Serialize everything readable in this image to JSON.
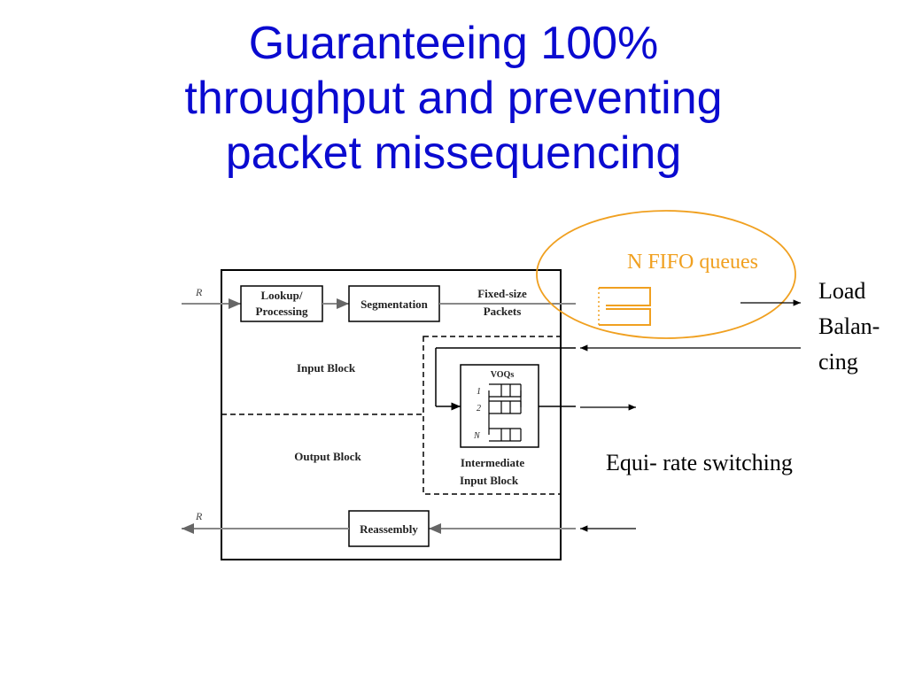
{
  "slide": {
    "title_lines": [
      "Guaranteeing 100%",
      "throughput and preventing",
      "packet missequencing"
    ]
  },
  "diagram": {
    "input_rate_label": "R",
    "output_rate_label": "R",
    "lookup_label_1": "Lookup/",
    "lookup_label_2": "Processing",
    "segmentation_label": "Segmentation",
    "fixed_size_1": "Fixed-size",
    "fixed_size_2": "Packets",
    "input_block_label": "Input Block",
    "output_block_label": "Output Block",
    "voqs_label": "VOQs",
    "voq_row_1": "1",
    "voq_row_2": "2",
    "voq_row_n": "N",
    "intermediate_1": "Intermediate",
    "intermediate_2": "Input Block",
    "reassembly_label": "Reassembly"
  },
  "annotations": {
    "fifo_queues": "N FIFO queues",
    "load_balancing_1": "Load",
    "load_balancing_2": "Balan-",
    "load_balancing_3": "cing",
    "equi_rate": "Equi- rate switching"
  },
  "colors": {
    "title": "#0a0ad0",
    "highlight": "#f0a020"
  }
}
